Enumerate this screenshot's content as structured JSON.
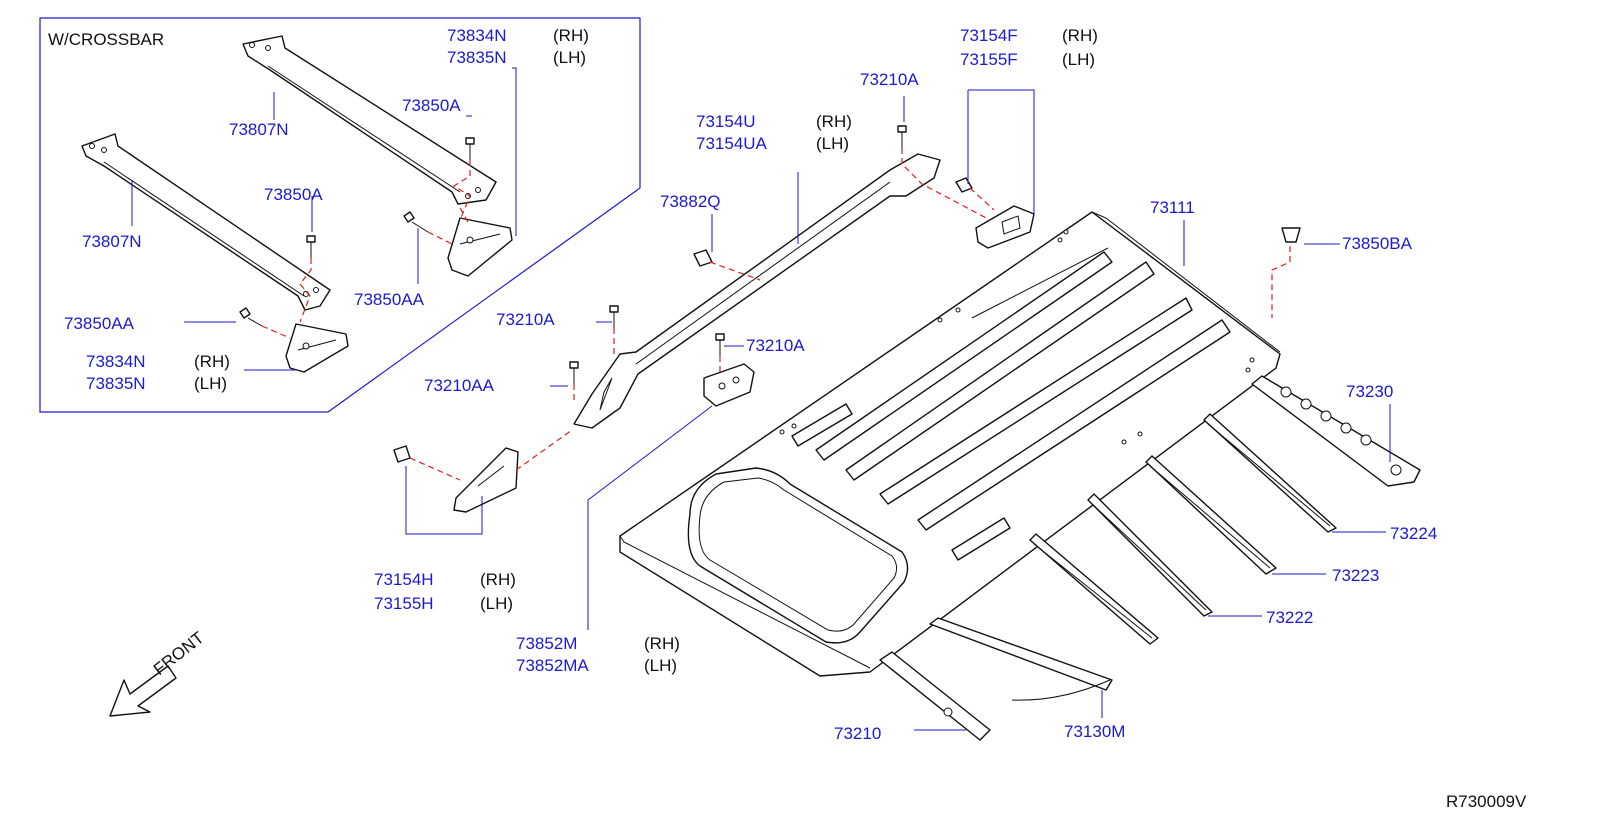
{
  "diagram": {
    "inset_title": "W/CROSSBAR",
    "footer_code": "R730009V",
    "front_label": "FRONT",
    "colors": {
      "part_number": "#1a1ad0",
      "leader": "#1a1ad0",
      "dashed_leader": "#e02020",
      "outline": "#111111"
    },
    "labels": {
      "p73834N_a": "73834N",
      "p73834N_a_side": "(RH)",
      "p73835N_a": "73835N",
      "p73835N_a_side": "(LH)",
      "p73807N_a": "73807N",
      "p73850A_a": "73850A",
      "p73807N_b": "73807N",
      "p73850A_b": "73850A",
      "p73850AA_a": "73850AA",
      "p73850AA_b": "73850AA",
      "p73834N_b": "73834N",
      "p73834N_b_side": "(RH)",
      "p73835N_b": "73835N",
      "p73835N_b_side": "(LH)",
      "p73154F": "73154F",
      "p73154F_side": "(RH)",
      "p73155F": "73155F",
      "p73155F_side": "(LH)",
      "p73210A_top": "73210A",
      "p73154U": "73154U",
      "p73154U_side": "(RH)",
      "p73154UA": "73154UA",
      "p73154UA_side": "(LH)",
      "p73882Q": "73882Q",
      "p73111": "73111",
      "p73850BA": "73850BA",
      "p73210A_left": "73210A",
      "p73210A_mid": "73210A",
      "p73210AA": "73210AA",
      "p73230": "73230",
      "p73224": "73224",
      "p73223": "73223",
      "p73222": "73222",
      "p73154H": "73154H",
      "p73154H_side": "(RH)",
      "p73155H": "73155H",
      "p73155H_side": "(LH)",
      "p73852M": "73852M",
      "p73852M_side": "(RH)",
      "p73852MA": "73852MA",
      "p73852MA_side": "(LH)",
      "p73210": "73210",
      "p73130M": "73130M"
    }
  }
}
